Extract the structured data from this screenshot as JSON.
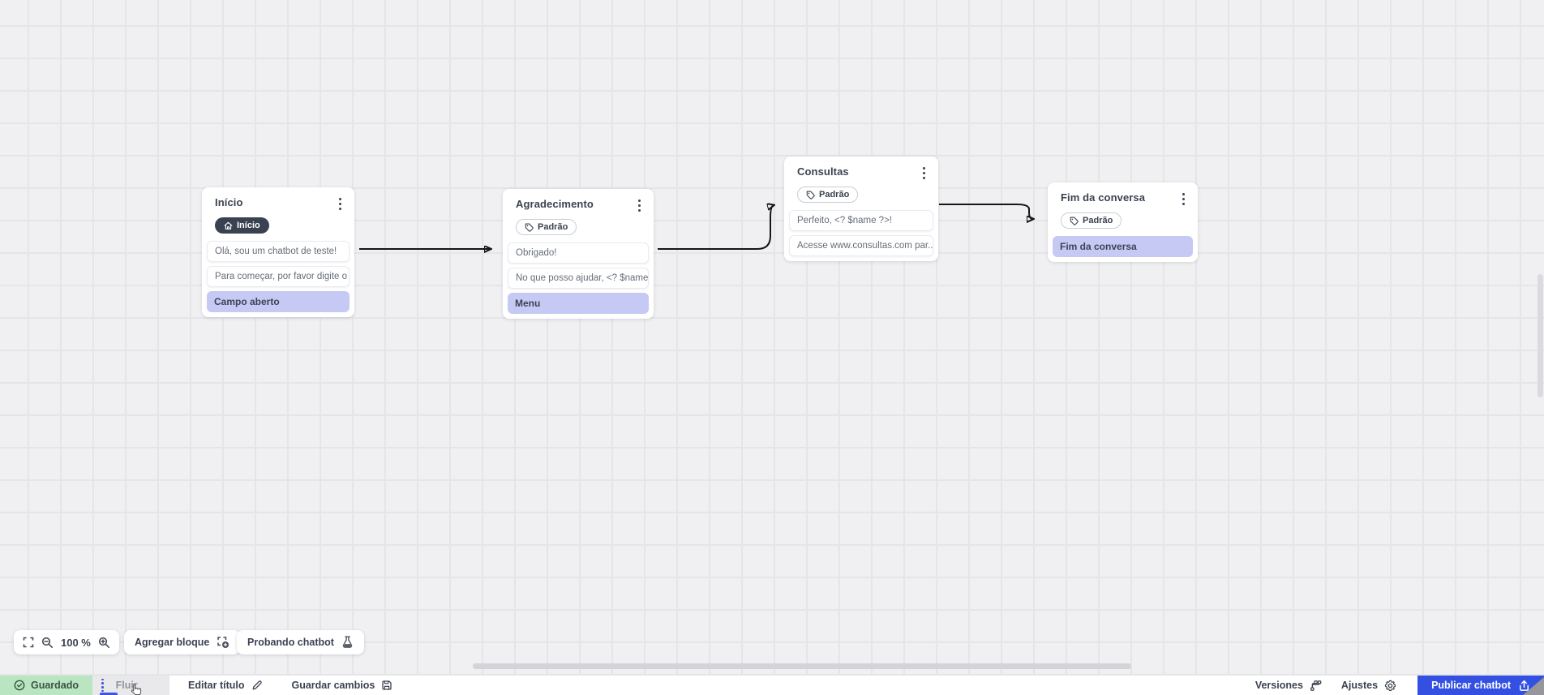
{
  "canvas": {
    "nodes": [
      {
        "title": "Início",
        "badge": {
          "style": "dark",
          "label": "Início",
          "icon": "home-icon"
        },
        "menu_icon": "kebab-menu-icon",
        "messages": [
          "Olá, sou um chatbot de teste!",
          "Para começar, por favor digite o ..."
        ],
        "blocks": [
          "Campo aberto"
        ]
      },
      {
        "title": "Agradecimento",
        "badge": {
          "style": "outline",
          "label": "Padrão",
          "icon": "tag-icon"
        },
        "menu_icon": "kebab-menu-icon",
        "messages": [
          "Obrigado!",
          "No que posso ajudar, <? $name ..."
        ],
        "blocks": [
          "Menu"
        ]
      },
      {
        "title": "Consultas",
        "badge": {
          "style": "outline",
          "label": "Padrão",
          "icon": "tag-icon"
        },
        "menu_icon": "kebab-menu-icon",
        "messages": [
          "Perfeito, <? $name ?>!",
          "Acesse www.consultas.com par..."
        ],
        "blocks": []
      },
      {
        "title": "Fim da conversa",
        "badge": {
          "style": "outline",
          "label": "Padrão",
          "icon": "tag-icon"
        },
        "menu_icon": "kebab-menu-icon",
        "messages": [],
        "blocks": [
          "Fim da conversa"
        ]
      }
    ]
  },
  "toolbar": {
    "fit_view_icon": "fit-view-icon",
    "zoom_out_icon": "zoom-out-icon",
    "zoom_level": "100 %",
    "zoom_in_icon": "zoom-in-icon",
    "add_block_label": "Agregar bloque",
    "add_block_icon": "add-block-icon",
    "test_chatbot_label": "Probando chatbot",
    "test_chatbot_icon": "flask-icon"
  },
  "statusbar": {
    "saved_label": "Guardado",
    "saved_icon": "check-circle-icon",
    "flow_tab_label": "Fluir",
    "flow_tab_icon": "drag-handle-icon",
    "edit_title_label": "Editar título",
    "edit_title_icon": "pencil-icon",
    "save_changes_label": "Guardar cambios",
    "save_changes_icon": "save-icon",
    "versions_label": "Versiones",
    "versions_icon": "git-branch-icon",
    "settings_label": "Ajustes",
    "settings_icon": "gear-icon",
    "publish_label": "Publicar chatbot",
    "publish_icon": "upload-icon"
  },
  "colors": {
    "accent_blue": "#3350e2",
    "saved_green_bg": "#b9e6c0",
    "block_purple": "#c5c9f4",
    "dark_badge_bg": "#3a4150",
    "canvas_bg": "#f0f0f2",
    "grid_line": "#e5e5e8",
    "arrow": "#161616"
  }
}
